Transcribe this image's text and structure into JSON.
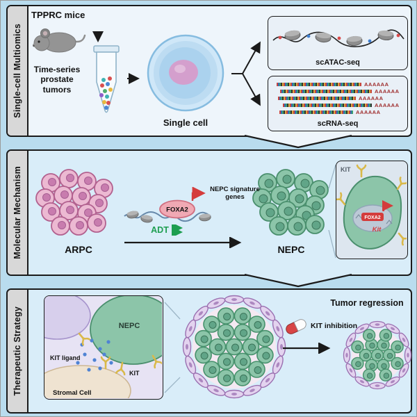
{
  "colors": {
    "background": "#b9dcee",
    "panel1_bg": "#eef5fb",
    "panel_blue_bg": "#d9edf9",
    "label_bar": "#d8d8d8",
    "adt_green": "#1d9e50",
    "kit_gold": "#d9b94a",
    "foxa2_red": "#d43c3c",
    "arpc_pink": "#ecb9d2",
    "nepc_green": "#8cc5a9",
    "stromal_purple": "#e3d3ef",
    "polyA_red": "#9e2b2b"
  },
  "panels": {
    "multiomics": {
      "label": "Single-cell Multiomics",
      "mouse_label": "TPPRC mice",
      "tumors_label": "Time-series prostate tumors",
      "cell_label": "Single cell",
      "scatac": {
        "label": "scATAC-seq"
      },
      "scrna": {
        "label": "scRNA-seq",
        "polyA": "AAAAAA"
      }
    },
    "mechanism": {
      "label": "Molecular Mechanism",
      "arpc_label": "ARPC",
      "foxa2_label": "FOXA2",
      "genes_line1": "NEPC signature",
      "genes_line2": "genes",
      "adt_label": "ADT",
      "nepc_label": "NEPC",
      "inset": {
        "kit_receptor_label": "KIT",
        "foxa2_label": "FOXA2",
        "kit_gene_label": "Kit"
      }
    },
    "therapy": {
      "label": "Therapeutic Strategy",
      "inset": {
        "nepc_label": "NEPC",
        "kit_ligand_label": "KIT ligand",
        "kit_label": "KIT",
        "stromal_label": "Stromal Cell"
      },
      "kit_inhibition_label": "KIT inhibition",
      "regression_label": "Tumor regression"
    }
  }
}
